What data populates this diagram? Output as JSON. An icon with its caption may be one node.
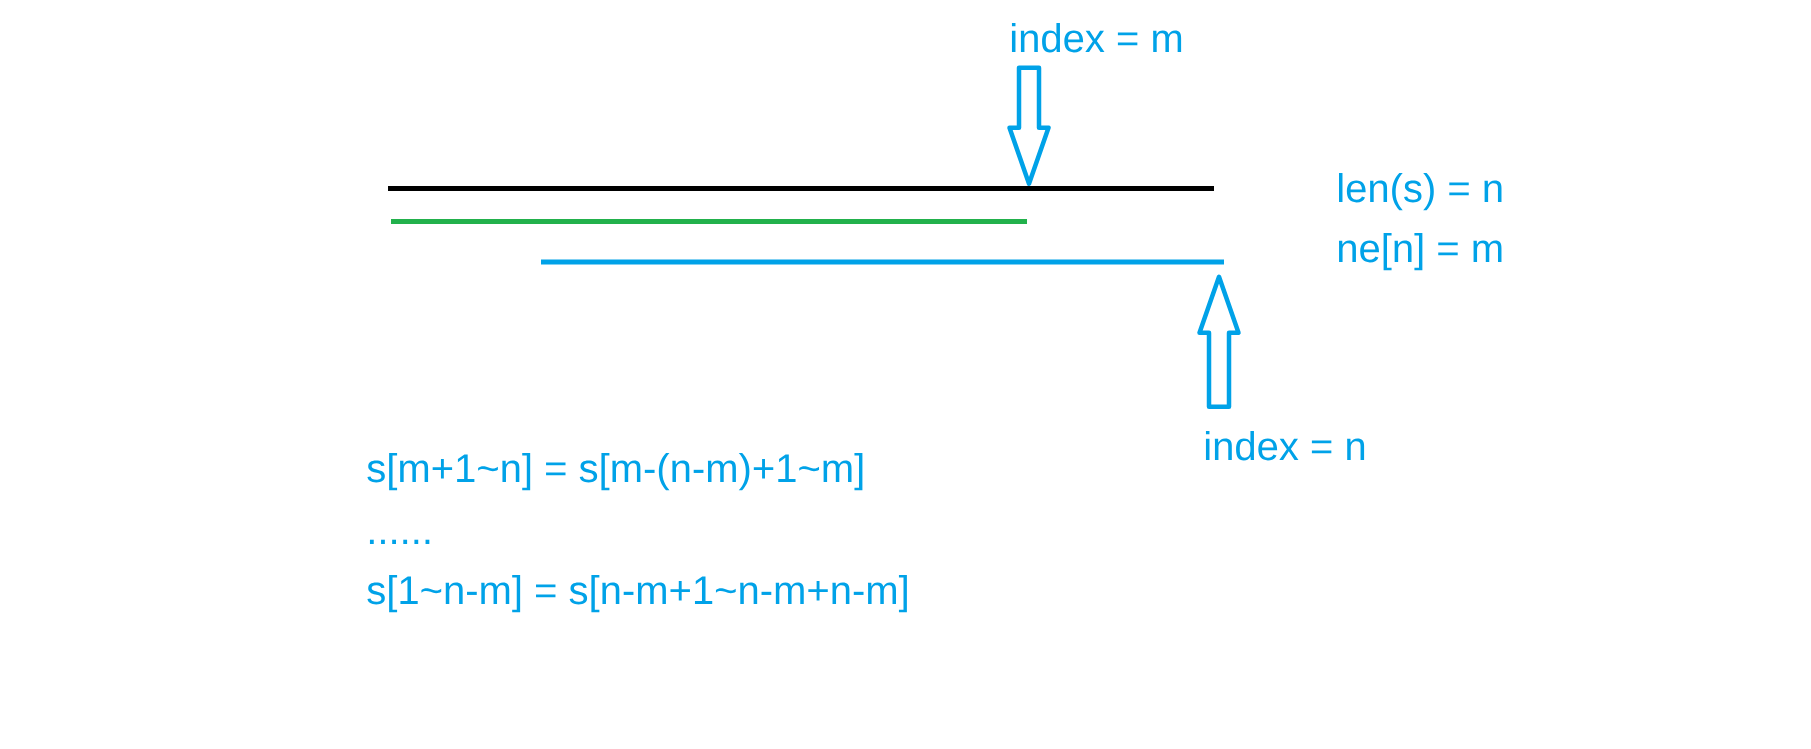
{
  "diagram": {
    "nodes": [
      {
        "text": [
          "index = m"
        ]
      },
      {
        "text": [],
        "shape": "line"
      },
      {
        "text": [],
        "shape": "line"
      },
      {
        "text": [],
        "shape": "line"
      },
      {
        "text": [
          "index = n"
        ]
      }
    ],
    "edges": [
      {
        "from": 0,
        "to": 1,
        "arrow": "to"
      },
      {
        "from": 4,
        "to": 3,
        "arrow": "to"
      }
    ],
    "labels": [
      "len(s) = n",
      "ne[n] = m",
      "s[m+1~n] = s[m-(n-m)+1~m]",
      "......",
      "s[1~n-m] = s[n-m+1~n-m+n-m]"
    ]
  }
}
